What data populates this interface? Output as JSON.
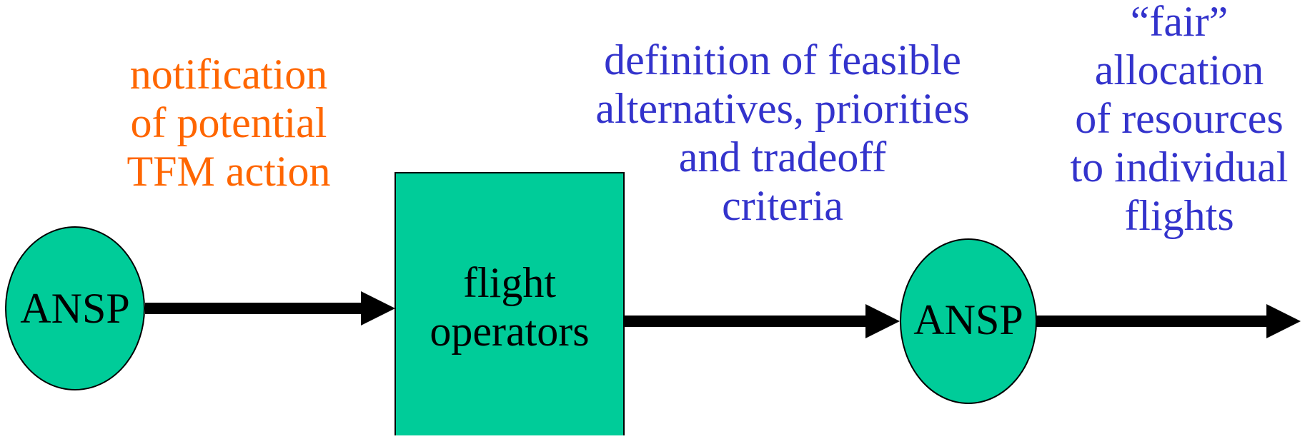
{
  "colors": {
    "node_fill": "#00CC99",
    "node_stroke": "#000000",
    "arrow": "#000000",
    "orange_text": "#FF6600",
    "blue_text": "#3333CC",
    "black_text": "#000000"
  },
  "nodes": {
    "ansp_left": {
      "label": "ANSP"
    },
    "flight_operators": {
      "lines": [
        "flight",
        "operators"
      ]
    },
    "ansp_right": {
      "label": "ANSP"
    }
  },
  "annotations": {
    "notification": {
      "lines": [
        "notification",
        "of potential",
        "TFM action"
      ]
    },
    "definition": {
      "lines": [
        "definition of feasible",
        "alternatives, priorities",
        "and tradeoff",
        "criteria"
      ]
    },
    "allocation": {
      "lines": [
        "“fair”",
        "allocation",
        "of resources",
        "to individual",
        "flights"
      ]
    }
  }
}
